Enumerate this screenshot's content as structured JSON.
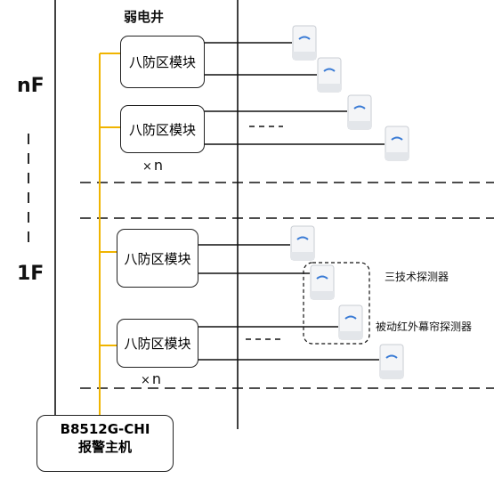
{
  "shaft_label": "弱电井",
  "floors": {
    "top": "nF",
    "bottom": "1F"
  },
  "module_label": "八防区模块",
  "multiplier": {
    "symbol": "×",
    "text": "n"
  },
  "detector_labels": {
    "tri_tech": "三技术探测器",
    "curtain": "被动红外幕帘探测器"
  },
  "host": {
    "model": "B8512G-CHI",
    "name": "报警主机"
  },
  "colors": {
    "bus": "#f0b400",
    "line": "#111111",
    "detector_accent": "#3a7bd5"
  }
}
